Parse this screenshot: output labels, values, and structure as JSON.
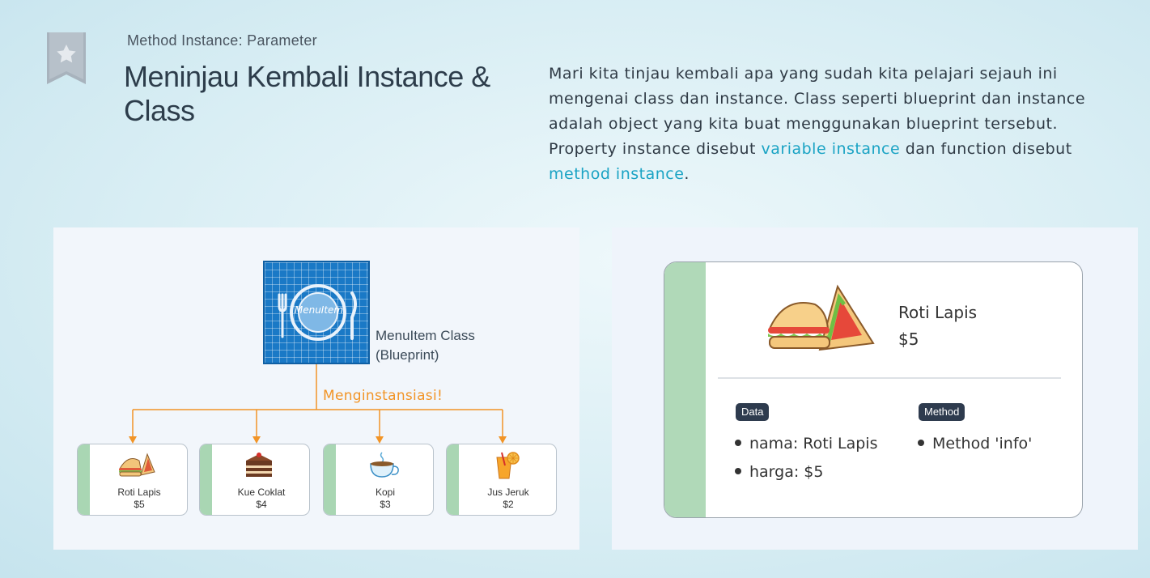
{
  "header": {
    "subtitle": "Method Instance: Parameter",
    "title": "Meninjau Kembali Instance & Class",
    "intro": {
      "part1": "Mari kita tinjau kembali apa yang sudah kita pelajari sejauh ini mengenai class dan instance. Class seperti blueprint dan instance adalah object yang kita buat menggunakan blueprint tersebut. Property instance disebut ",
      "link1": "variable instance",
      "part2": " dan function disebut ",
      "link2": "method instance",
      "part3": "."
    }
  },
  "diagram": {
    "blueprint_label": "MenuItem",
    "class_caption_line1": "MenuItem Class",
    "class_caption_line2": "(Blueprint)",
    "instantiate_label": "Menginstansiasi!",
    "items": [
      {
        "name": "Roti Lapis",
        "price": "$5",
        "icon": "sandwich-icon"
      },
      {
        "name": "Kue Coklat",
        "price": "$4",
        "icon": "chocolate-cake-icon"
      },
      {
        "name": "Kopi",
        "price": "$3",
        "icon": "coffee-cup-icon"
      },
      {
        "name": "Jus Jeruk",
        "price": "$2",
        "icon": "orange-juice-icon"
      }
    ]
  },
  "detail": {
    "name": "Roti Lapis",
    "price": "$5",
    "data_badge": "Data",
    "method_badge": "Method",
    "data_items": [
      "nama: Roti Lapis",
      "harga: $5"
    ],
    "method_items": [
      "Method 'info'"
    ]
  },
  "colors": {
    "accent_link": "#1aa3c4",
    "blueprint": "#1a79c6",
    "arrow": "#f29426",
    "card_stripe": "#a9d6b3",
    "badge": "#2e3b4e"
  }
}
